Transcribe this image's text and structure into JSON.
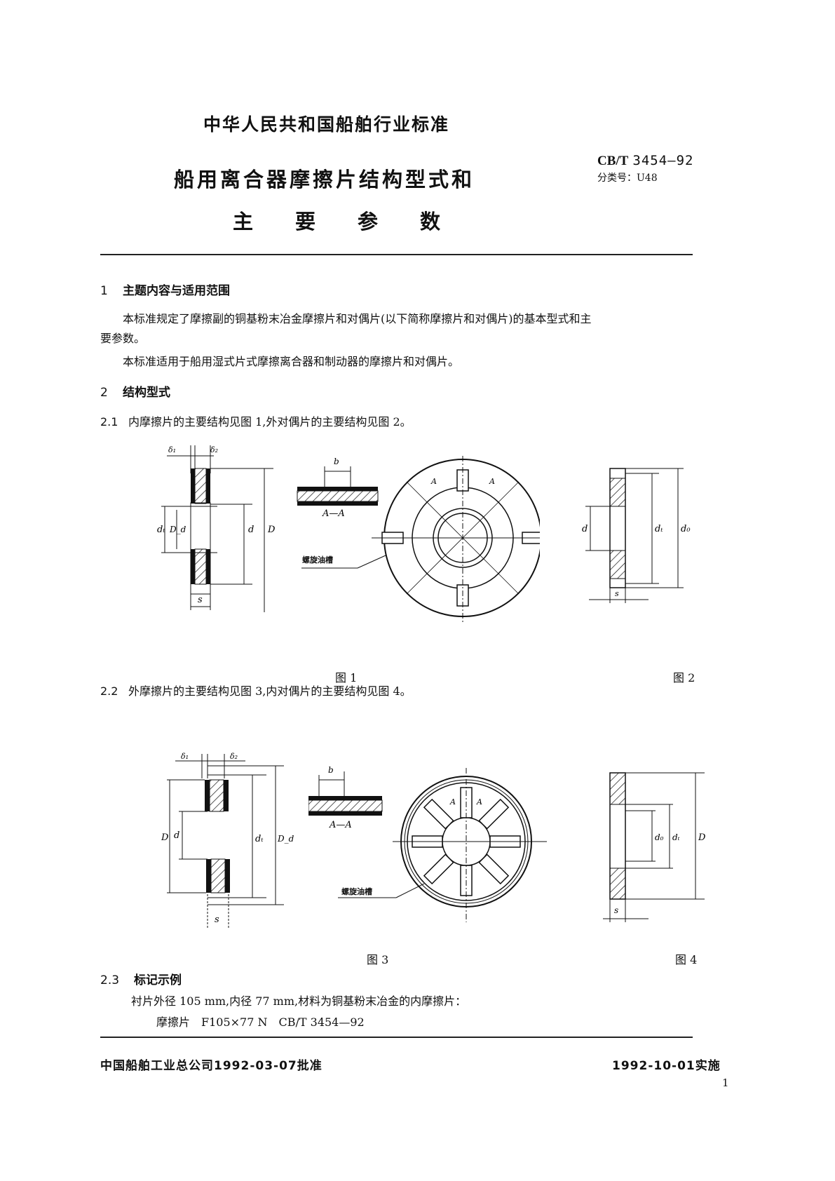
{
  "header": {
    "organization": "中华人民共和国船舶行业标准",
    "title_line1": "船用离合器摩擦片结构型式和",
    "title_line2": [
      "主",
      "要",
      "参",
      "数"
    ],
    "standard_prefix": "CB/T",
    "standard_number": "3454—92",
    "classification": "分类号：U48"
  },
  "sections": {
    "s1": {
      "number": "1",
      "title": "主题内容与适用范围",
      "para1_line1": "本标准规定了摩擦副的铜基粉末冶金摩擦片和对偶片(以下简称摩擦片和对偶片)的基本型式和主",
      "para1_line2": "要参数。",
      "para2": "本标准适用于船用湿式片式摩擦离合器和制动器的摩擦片和对偶片。"
    },
    "s2": {
      "number": "2",
      "title": "结构型式"
    },
    "s2_1": {
      "number": "2.1",
      "text": "内摩擦片的主要结构见图 1,外对偶片的主要结构见图 2。"
    },
    "s2_2": {
      "number": "2.2",
      "text": "外摩擦片的主要结构见图 3,内对偶片的主要结构见图 4。"
    },
    "s2_3": {
      "number": "2.3",
      "title": "标记示例",
      "example_desc": "衬片外径 105 mm,内径 77 mm,材料为铜基粉末冶金的内摩擦片：",
      "example_mark": "摩擦片　F105×77 N　CB/T 3454—92"
    }
  },
  "figures": {
    "fig1": {
      "caption": "图 1",
      "labels": {
        "delta1": "δ₁",
        "delta2": "δ₂",
        "b": "b",
        "section": "A—A",
        "section_mark_left": "A",
        "section_mark_right": "A",
        "dt": "dₜ",
        "Dd": "D_d",
        "d": "d",
        "D": "D",
        "s": "s",
        "groove": "螺旋油槽"
      }
    },
    "fig2": {
      "caption": "图 2",
      "labels": {
        "d": "d",
        "dt": "dₜ",
        "d0": "d₀",
        "s": "s"
      }
    },
    "fig3": {
      "caption": "图 3",
      "labels": {
        "delta1": "δ₁",
        "delta2": "δ₂",
        "b": "b",
        "section": "A—A",
        "section_mark_left": "A",
        "section_mark_right": "A",
        "D": "D",
        "d": "d",
        "dt": "dₜ",
        "Dd": "D_d",
        "s": "s",
        "groove": "螺旋油槽"
      }
    },
    "fig4": {
      "caption": "图 4",
      "labels": {
        "d0": "d₀",
        "dt": "dₜ",
        "D": "D",
        "s": "s"
      }
    }
  },
  "footer": {
    "approval": "中国船舶工业总公司1992-03-07批准",
    "effective": "1992-10-01实施",
    "page_number": "1"
  }
}
